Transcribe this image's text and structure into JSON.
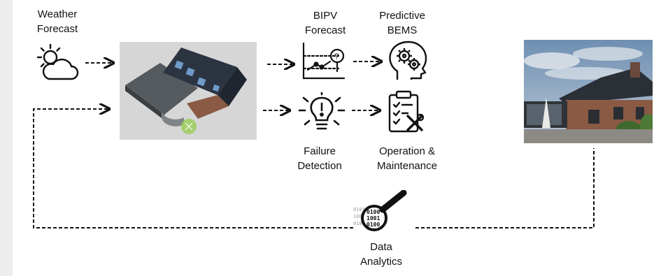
{
  "labels": {
    "weather_forecast": "Weather\nForecast",
    "bipv_forecast": "BIPV\nForecast",
    "predictive_bems": "Predictive\nBEMS",
    "failure_detection": "Failure\nDetection",
    "operation_maintenance": "Operation &\nMaintenance",
    "data_analytics": "Data\nAnalytics"
  },
  "binary_digits": [
    "0100",
    "1001",
    "0100"
  ],
  "icons": [
    "weather-icon",
    "bipv-chart-icon",
    "brain-gears-icon",
    "failure-lightbulb-icon",
    "clipboard-tools-icon",
    "magnifier-binary-icon"
  ],
  "colors": {
    "line": "#111111",
    "background": "#ffffff",
    "sky": "#8fa9c4",
    "roof": "#2b3440",
    "brick": "#8a5a44"
  }
}
